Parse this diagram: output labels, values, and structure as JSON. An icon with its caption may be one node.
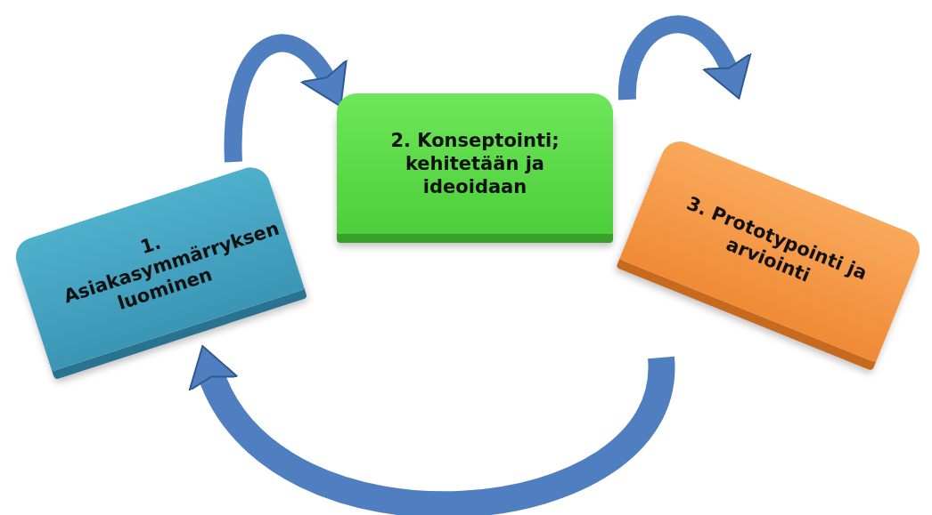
{
  "diagram": {
    "nodes": [
      {
        "text": [
          "1. Asiakasymmärryksen luominen"
        ]
      },
      {
        "text": [
          "2. Konseptointi; kehitetään ja ideoidaan"
        ]
      },
      {
        "text": [
          "3. Prototypointi ja arviointi"
        ]
      }
    ],
    "edges": [
      {
        "from": 0,
        "to": 1,
        "arrow": "to"
      },
      {
        "from": 1,
        "to": 2,
        "arrow": "to"
      },
      {
        "from": 2,
        "to": 0,
        "arrow": "to"
      }
    ]
  }
}
